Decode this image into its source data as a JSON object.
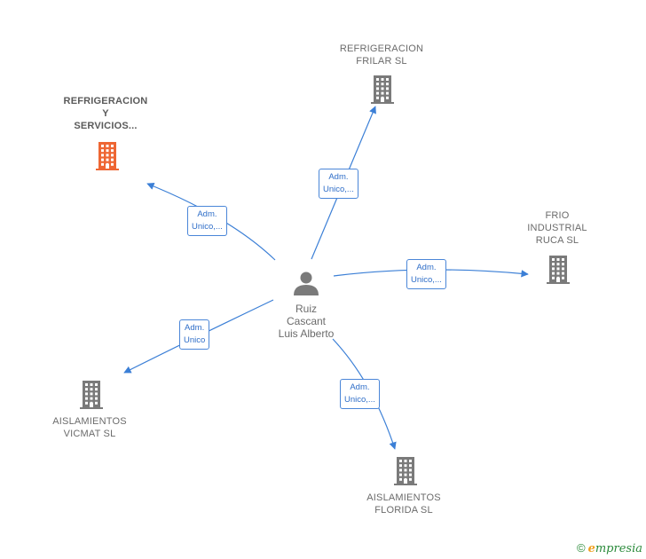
{
  "person": {
    "lines": [
      "Ruiz",
      "Cascant",
      "Luis Alberto"
    ]
  },
  "companies": [
    {
      "id": "refrig_servicios",
      "lines": [
        "REFRIGERACION",
        "Y",
        "SERVICIOS..."
      ],
      "highlight": true
    },
    {
      "id": "refrig_frilar",
      "lines": [
        "REFRIGERACION",
        "FRILAR SL"
      ],
      "highlight": false
    },
    {
      "id": "frio_ruca",
      "lines": [
        "FRIO",
        "INDUSTRIAL",
        "RUCA  SL"
      ],
      "highlight": false
    },
    {
      "id": "aisl_vicmat",
      "lines": [
        "AISLAMIENTOS",
        "VICMAT  SL"
      ],
      "highlight": false
    },
    {
      "id": "aisl_florida",
      "lines": [
        "AISLAMIENTOS",
        "FLORIDA  SL"
      ],
      "highlight": false
    }
  ],
  "edges": [
    {
      "to": "refrig_servicios",
      "lines": [
        "Adm.",
        "Unico,..."
      ]
    },
    {
      "to": "refrig_frilar",
      "lines": [
        "Adm.",
        "Unico,..."
      ]
    },
    {
      "to": "frio_ruca",
      "lines": [
        "Adm.",
        "Unico,..."
      ]
    },
    {
      "to": "aisl_vicmat",
      "lines": [
        "Adm.",
        "Unico"
      ]
    },
    {
      "to": "aisl_florida",
      "lines": [
        "Adm.",
        "Unico,..."
      ]
    }
  ],
  "colors": {
    "edge": "#3b7fd6",
    "building": "#7a7a7a",
    "building_highlight": "#ee6633",
    "person": "#7a7a7a"
  },
  "footer": {
    "copyright": "©",
    "brand_first": "e",
    "brand_rest": "mpresia"
  }
}
